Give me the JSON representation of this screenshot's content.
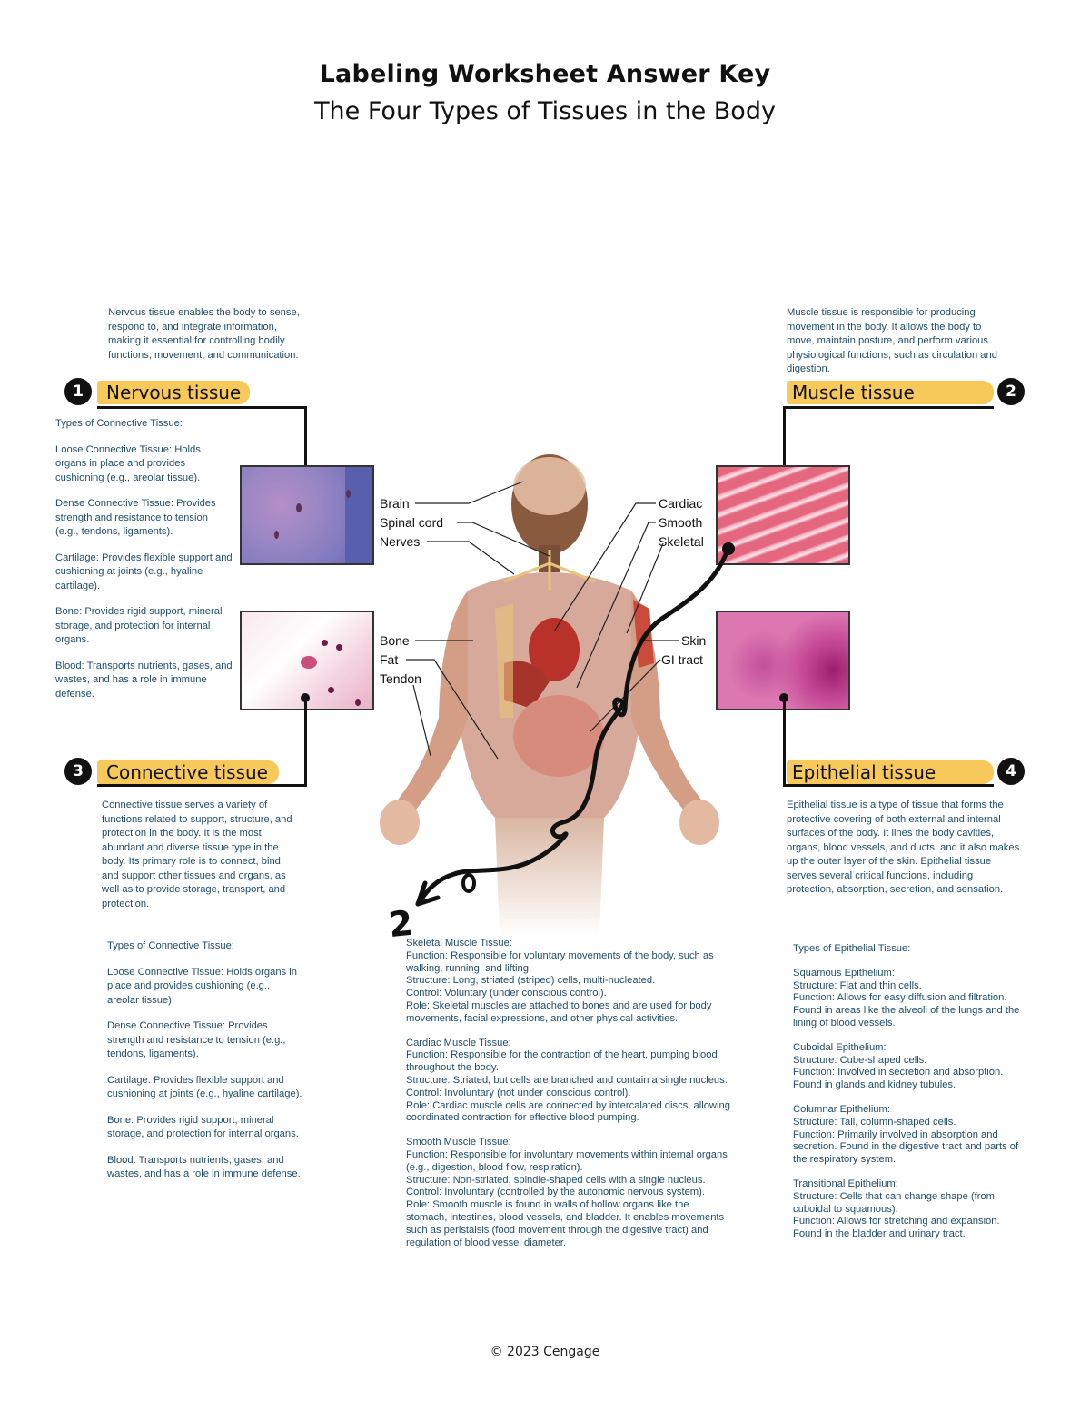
{
  "header": {
    "title": "Labeling Worksheet Answer Key",
    "subtitle": "The Four Types of Tissues in the Body"
  },
  "colors": {
    "label_bar": "#f7c85a",
    "note_text": "#1f4e6b",
    "badge": "#111111"
  },
  "tissues": [
    {
      "number": "1",
      "label": "Nervous tissue",
      "description": "Nervous tissue enables the body to sense, respond to, and integrate information, making it essential for controlling bodily functions, movement, and communication."
    },
    {
      "number": "2",
      "label": "Muscle tissue",
      "description": "Muscle tissue is responsible for producing movement in the body. It allows the body to move, maintain posture, and perform various physiological functions, such as circulation and digestion."
    },
    {
      "number": "3",
      "label": "Connective tissue",
      "description": "Connective tissue serves a variety of functions related to support, structure, and protection in the body. It is the most abundant and diverse tissue type in the body. Its primary role is to connect, bind, and support other tissues and organs, as well as to provide storage, transport, and protection."
    },
    {
      "number": "4",
      "label": "Epithelial tissue",
      "description": "Epithelial tissue is a type of tissue that forms the protective covering of both external and internal surfaces of the body. It lines the body cavities, organs, blood vessels, and ducts, and it also makes up the outer layer of the skin. Epithelial tissue serves several critical functions, including protection, absorption, secretion, and sensation."
    }
  ],
  "connective_types_left": {
    "heading": "Types of Connective Tissue:",
    "items": [
      "Loose Connective Tissue: Holds organs in place and provides cushioning (e.g., areolar tissue).",
      "Dense Connective Tissue: Provides strength and resistance to tension (e.g., tendons, ligaments).",
      "Cartilage: Provides flexible support and cushioning at joints (e.g., hyaline cartilage).",
      "Bone: Provides rigid support, mineral storage, and protection for internal organs.",
      "Blood: Transports nutrients, gases, and wastes, and has a role in immune defense."
    ]
  },
  "connective_types_bottom": {
    "heading": "Types of Connective Tissue:",
    "items": [
      "Loose Connective Tissue: Holds organs in place and provides cushioning (e.g., areolar tissue).",
      "Dense Connective Tissue: Provides strength and resistance to tension (e.g., tendons, ligaments).",
      "Cartilage: Provides flexible support and cushioning at joints (e.g., hyaline cartilage).",
      "Bone: Provides rigid support, mineral storage, and protection for internal organs.",
      "Blood: Transports nutrients, gases, and wastes, and has a role in immune defense."
    ]
  },
  "muscle_types": [
    {
      "heading": "Skeletal Muscle Tissue:",
      "lines": [
        "Function: Responsible for voluntary movements of the body, such as walking, running, and lifting.",
        "Structure: Long, striated (striped) cells, multi-nucleated.",
        "Control: Voluntary (under conscious control).",
        "Role: Skeletal muscles are attached to bones and are used for body movements, facial expressions, and other physical activities."
      ]
    },
    {
      "heading": "Cardiac Muscle Tissue:",
      "lines": [
        "Function: Responsible for the contraction of the heart, pumping blood throughout the body.",
        "Structure: Striated, but cells are branched and contain a single nucleus.",
        "Control: Involuntary (not under conscious control).",
        "Role: Cardiac muscle cells are connected by intercalated discs, allowing coordinated contraction for effective blood pumping."
      ]
    },
    {
      "heading": "Smooth Muscle Tissue:",
      "lines": [
        "Function: Responsible for involuntary movements within internal organs (e.g., digestion, blood flow, respiration).",
        "Structure: Non-striated, spindle-shaped cells with a single nucleus.",
        "Control: Involuntary (controlled by the autonomic nervous system).",
        "Role: Smooth muscle is found in walls of hollow organs like the stomach, intestines, blood vessels, and bladder. It enables movements such as peristalsis (food movement through the digestive tract) and regulation of blood vessel diameter."
      ]
    }
  ],
  "epithelial_types": {
    "heading": "Types of Epithelial Tissue:",
    "items": [
      {
        "name": "Squamous Epithelium:",
        "structure": "Structure: Flat and thin cells.",
        "function": "Function: Allows for easy diffusion and filtration. Found in areas like the alveoli of the lungs and the lining of blood vessels."
      },
      {
        "name": "Cuboidal Epithelium:",
        "structure": "Structure: Cube-shaped cells.",
        "function": "Function: Involved in secretion and absorption. Found in glands and kidney tubules."
      },
      {
        "name": "Columnar Epithelium:",
        "structure": "Structure: Tall, column-shaped cells.",
        "function": "Function: Primarily involved in absorption and secretion. Found in the digestive tract and parts of the respiratory system."
      },
      {
        "name": "Transitional Epithelium:",
        "structure": "Structure: Cells that can change shape (from cuboidal to squamous).",
        "function": "Function: Allows for stretching and expansion. Found in the bladder and urinary tract."
      }
    ]
  },
  "body_labels": {
    "left_top": [
      "Brain",
      "Spinal cord",
      "Nerves"
    ],
    "left_bottom": [
      "Bone",
      "Fat",
      "Tendon"
    ],
    "right_top": [
      "Cardiac",
      "Smooth",
      "Skeletal"
    ],
    "right_bottom": [
      "Skin",
      "GI tract"
    ]
  },
  "annotation": {
    "handwritten_number": "2"
  },
  "footer": {
    "copyright": "© 2023 Cengage"
  }
}
